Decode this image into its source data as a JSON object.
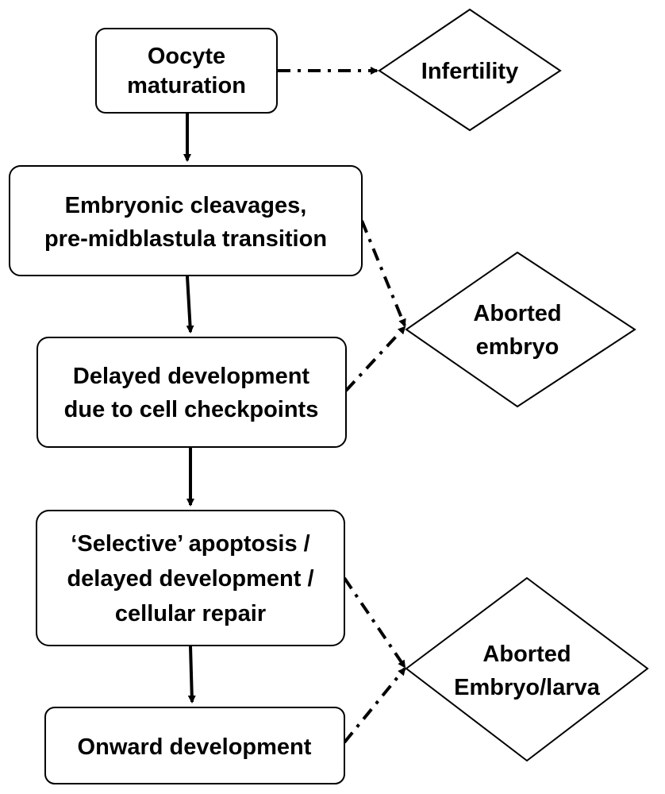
{
  "boxes": {
    "oocyte": {
      "line1": "Oocyte",
      "line2": "maturation"
    },
    "cleavage": {
      "line1": "Embryonic cleavages,",
      "line2": "pre-midblastula transition"
    },
    "delayed": {
      "line1": "Delayed development",
      "line2": "due to cell checkpoints"
    },
    "selective": {
      "line1": "‘Selective’ apoptosis /",
      "line2": "delayed development /",
      "line3": "cellular repair"
    },
    "onward": {
      "line1": "Onward development"
    }
  },
  "outcomes": {
    "infertility": {
      "line1": "Infertility"
    },
    "aborted_embryo": {
      "line1": "Aborted",
      "line2": "embryo"
    },
    "aborted_larva": {
      "line1": "Aborted",
      "line2": "Embryo/larva"
    }
  }
}
